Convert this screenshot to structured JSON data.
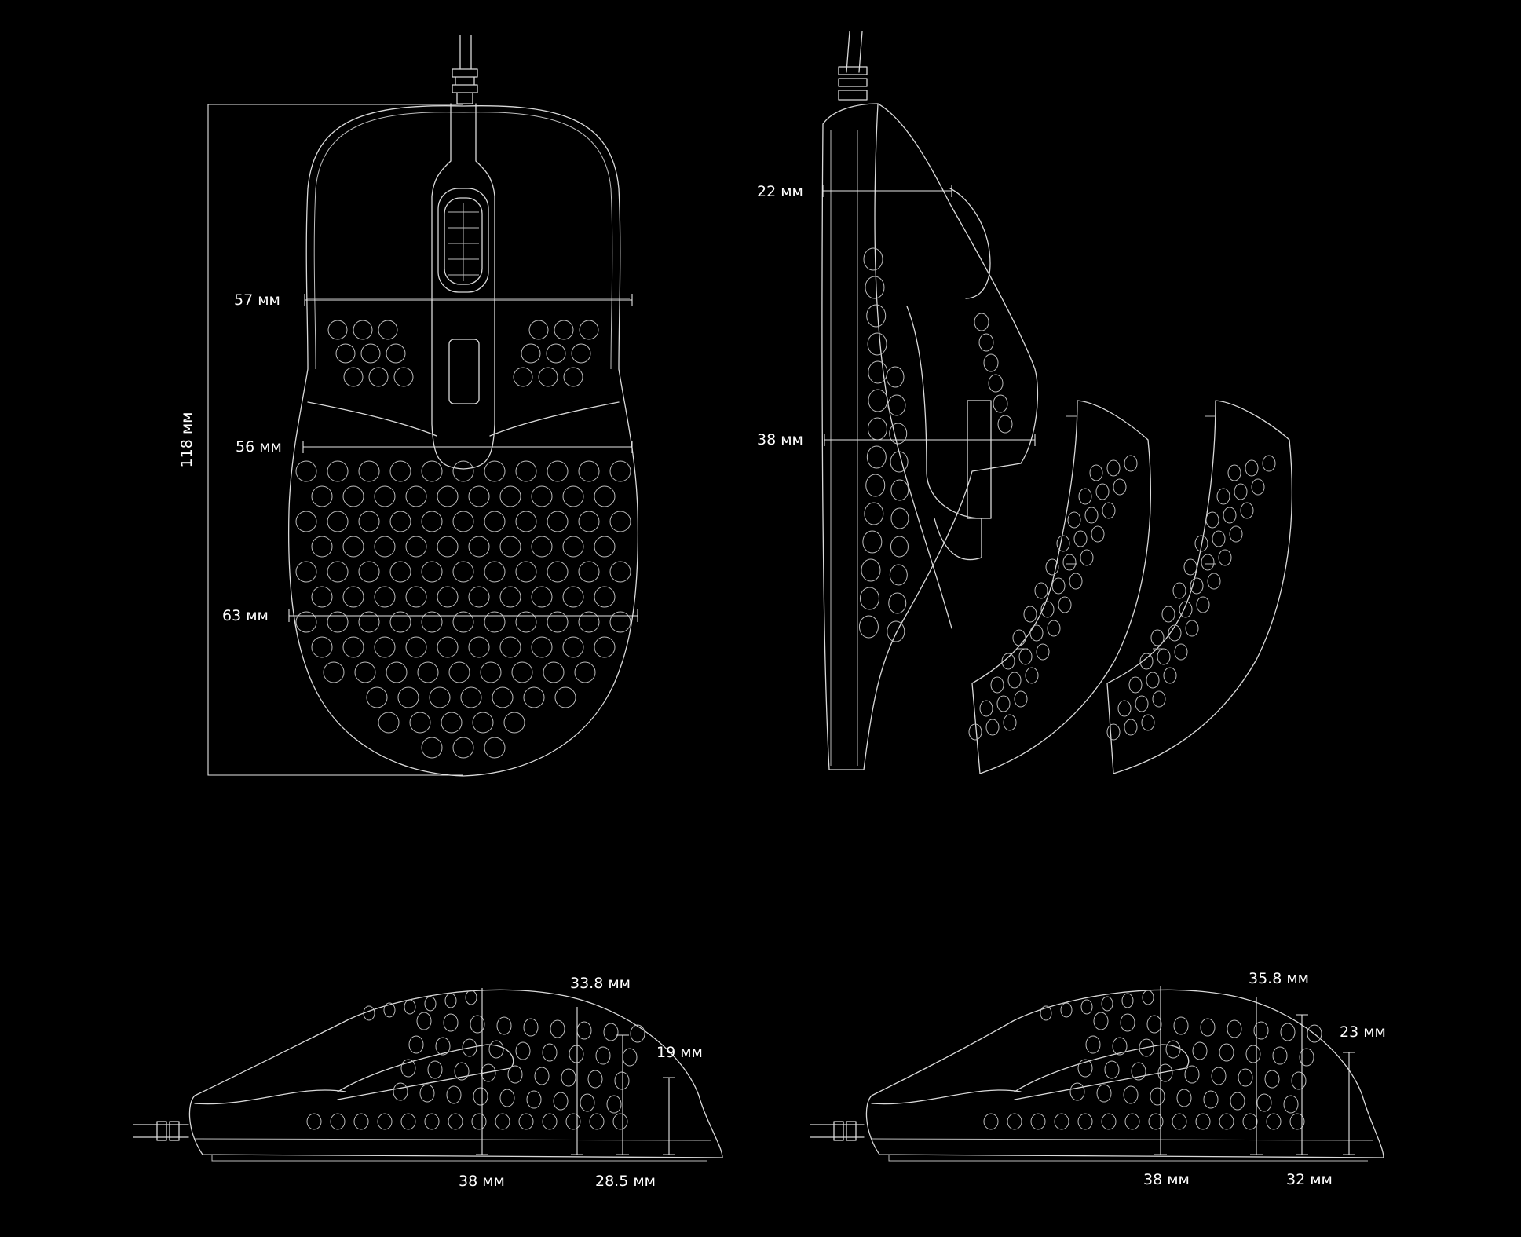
{
  "labels": {
    "top_length": "118 мм",
    "top_width_front": "57 мм",
    "top_width_mid": "56 мм",
    "top_width_rear": "63 мм",
    "front_height_top": "22 мм",
    "front_height_bottom": "38 мм",
    "side_left_h1": "33.8 мм",
    "side_left_h2": "19 мм",
    "side_left_w1": "38 мм",
    "side_left_w2": "28.5 мм",
    "side_right_h1": "35.8 мм",
    "side_right_h2": "23 мм",
    "side_right_w1": "38 мм",
    "side_right_w2": "32 мм"
  },
  "colors": {
    "background": "#000000",
    "stroke": "#d9d9d9",
    "text": "#ffffff"
  }
}
